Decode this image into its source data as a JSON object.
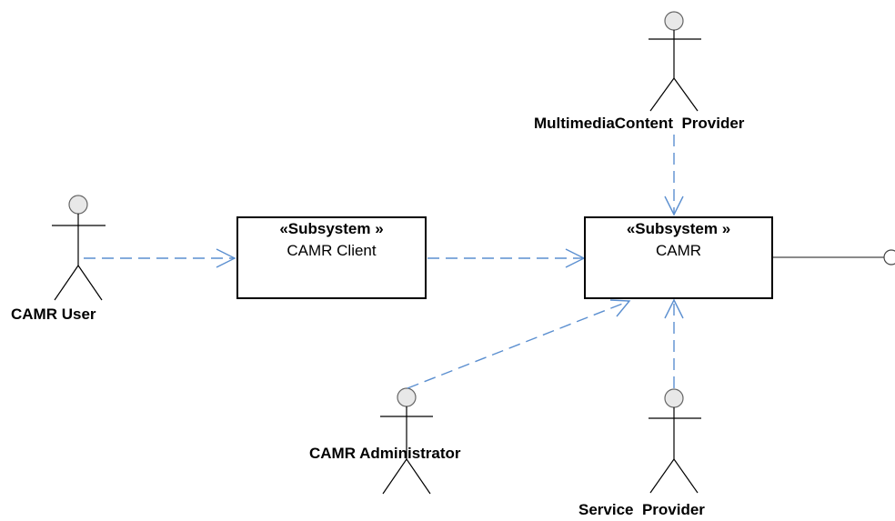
{
  "actors": {
    "camr_user": "CAMR User",
    "multimedia_provider": "MultimediaContent  Provider",
    "administrator": "CAMR Administrator",
    "service_provider": "Service  Provider"
  },
  "subsystems": {
    "client": {
      "stereotype": "«Subsystem »",
      "name": "CAMR Client"
    },
    "camr": {
      "stereotype": "«Subsystem »",
      "name": "CAMR"
    }
  },
  "colors": {
    "dependency_line": "#5b8fd0",
    "actor_head_fill": "#e8e8e8"
  }
}
